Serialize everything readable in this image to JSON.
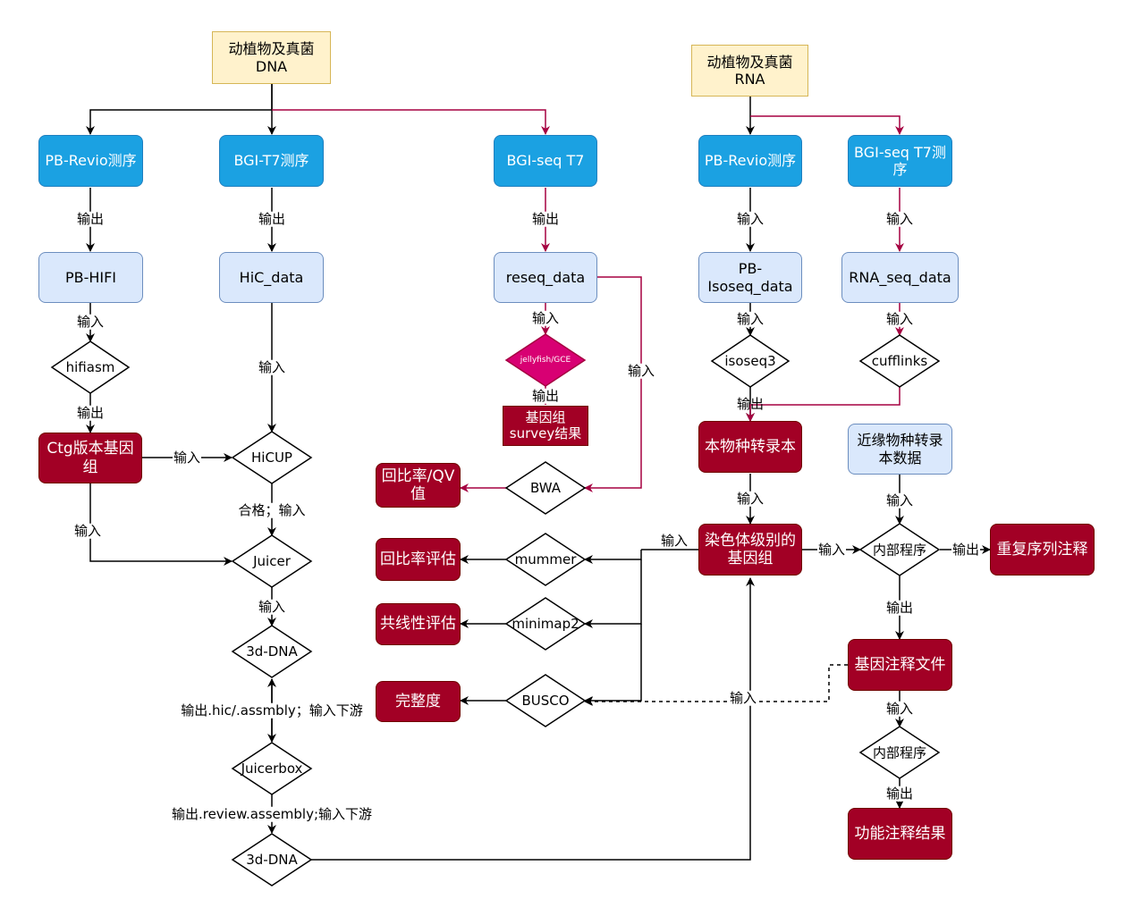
{
  "colors": {
    "black_edge": "#000000",
    "magenta_edge": "#a50040",
    "source_fill": "#fff2cc",
    "sequencing_fill": "#1ba1e2",
    "data_fill": "#dae8fc",
    "result_fill": "#a20025",
    "tool_diamond_fill": "#d80073"
  },
  "nodes": {
    "dna_source": "动植物及真菌\nDNA",
    "rna_source": "动植物及真菌\nRNA",
    "pb_revio_dna": "PB-Revio测序",
    "bgi_t7": "BGI-T7测序",
    "bgi_seq_t7": "BGI-seq T7",
    "pb_revio_rna": "PB-Revio测序",
    "bgi_seq_t7_rna": "BGI-seq T7测\n序",
    "pb_hifi": "PB-HIFI",
    "hic_data": "HiC_data",
    "reseq_data": "reseq_data",
    "pb_isoseq_data": "PB-\nIsoseq_data",
    "rna_seq_data": "RNA_seq_data",
    "hifiasm": "hifiasm",
    "jellyfish_gce": "jellyfish/GCE",
    "isoseq3": "isoseq3",
    "cufflinks": "cufflinks",
    "genome_survey": "基因组\nsurvey结果",
    "ctg_genome": "Ctg版本基因\n组",
    "hicup": "HiCUP",
    "transcriptome": "本物种转录本",
    "related_transcriptome": "近缘物种转录\n本数据",
    "mapping_rate_qv": "回比率/QV\n值",
    "bwa": "BWA",
    "mapping_eval": "回比率评估",
    "mummer": "mummer",
    "chromosome_genome": "染色体级别的\n基因组",
    "internal_program_1": "内部程序",
    "repeat_annotation": "重复序列注释",
    "juicer": "Juicer",
    "collinearity_eval": "共线性评估",
    "minimap2": "minimap2",
    "threed_dna_1": "3d-DNA",
    "gene_annotation_file": "基因注释文件",
    "completeness": "完整度",
    "busco": "BUSCO",
    "internal_program_2": "内部程序",
    "juicerbox": "Juicerbox",
    "functional_annotation": "功能注释结果",
    "threed_dna_2": "3d-DNA"
  },
  "edge_labels": {
    "out_pb_revio": "输出",
    "out_bgi_t7": "输出",
    "out_bgi_seq_t7": "输出",
    "in_pb_isoseq": "输入",
    "in_rna_seq": "输入",
    "in_hifiasm": "输入",
    "in_jellyfish": "输入",
    "in_isoseq3": "输入",
    "in_cufflinks": "输入",
    "in_hicup": "输入",
    "in_reseq_branch": "输入",
    "out_hifiasm": "输出",
    "out_jellyfish": "输出",
    "out_isoseq3": "输出",
    "in_ctg_to_hicup": "输入",
    "in_transcriptome": "输入",
    "in_related": "输入",
    "qualified_in": "合格；输入",
    "in_ctg_to_juicer": "输入",
    "in_chromosome_tools": "输入",
    "in_internal_1": "输入",
    "out_internal_1_right": "输出",
    "out_internal_1_down": "输出",
    "in_juicer_3d": "输入",
    "in_busco_dashed": "输入",
    "in_internal_2": "输入",
    "out_3ddna_hic": "输出.hic/.assmbly；输入下游",
    "out_internal_2": "输出",
    "out_review": "输出.review.assembly;输入下游"
  }
}
